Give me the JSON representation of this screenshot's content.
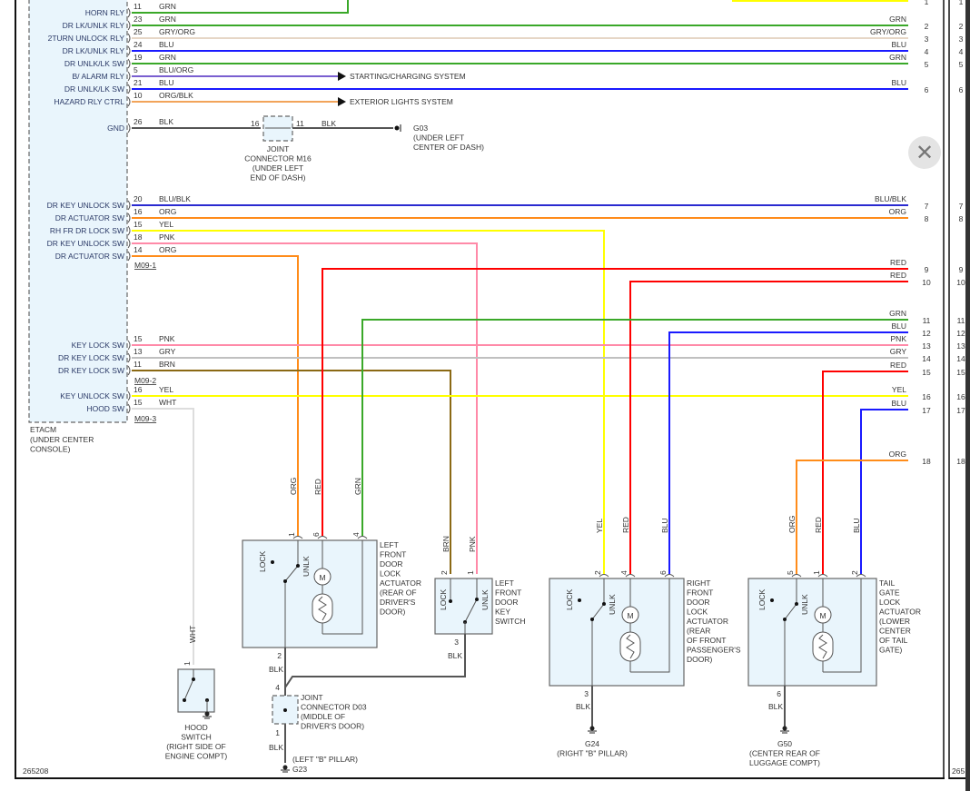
{
  "diagram_id": "265208",
  "diagram_id_partial": "265",
  "close_button": {
    "icon": "close-icon",
    "glyph": "✕"
  },
  "etacm": {
    "name": "ETACM",
    "location": [
      "(UNDER CENTER",
      "CONSOLE)"
    ],
    "connectors": [
      "M09-1",
      "M09-2",
      "M09-3"
    ],
    "pins": [
      {
        "label": "HORN RLY",
        "pin": "11",
        "code": "GRN",
        "color": "#3aa829"
      },
      {
        "label": "DR LK/UNLK RLY",
        "pin": "23",
        "code": "GRN",
        "color": "#3aa829"
      },
      {
        "label": "2TURN UNLOCK RLY",
        "pin": "25",
        "code": "GRY/ORG",
        "color": "#e6d6c6"
      },
      {
        "label": "DR LK/UNLK RLY",
        "pin": "24",
        "code": "BLU",
        "color": "#1a1aff"
      },
      {
        "label": "DR UNLK/LK SW",
        "pin": "19",
        "code": "GRN",
        "color": "#3aa829"
      },
      {
        "label": "B/ ALARM RLY",
        "pin": "5",
        "code": "BLU/ORG",
        "color": "#7a5fd0"
      },
      {
        "label": "DR UNLK/LK SW",
        "pin": "21",
        "code": "BLU",
        "color": "#1a1aff"
      },
      {
        "label": "HAZARD RLY CTRL",
        "pin": "10",
        "code": "ORG/BLK",
        "color": "#f2a45a"
      },
      {
        "label": "GND",
        "pin": "26",
        "code": "BLK",
        "color": "#555555"
      },
      {
        "label": "DR KEY UNLOCK SW",
        "pin": "20",
        "code": "BLU/BLK",
        "color": "#2a2ad0"
      },
      {
        "label": "DR ACTUATOR SW",
        "pin": "16",
        "code": "ORG",
        "color": "#ff8c1a"
      },
      {
        "label": "RH FR DR LOCK SW",
        "pin": "15",
        "code": "YEL",
        "color": "#ffff00"
      },
      {
        "label": "DR KEY UNLOCK SW",
        "pin": "18",
        "code": "PNK",
        "color": "#ff8aa8"
      },
      {
        "label": "DR ACTUATOR SW",
        "pin": "14",
        "code": "ORG",
        "color": "#ff8c1a"
      },
      {
        "label": "KEY LOCK SW",
        "pin": "15",
        "code": "PNK",
        "color": "#ff8aa8"
      },
      {
        "label": "DR KEY LOCK SW",
        "pin": "13",
        "code": "GRY",
        "color": "#c0c0c0"
      },
      {
        "label": "DR KEY LOCK SW",
        "pin": "11",
        "code": "BRN",
        "color": "#8b6914"
      },
      {
        "label": "KEY UNLOCK SW",
        "pin": "16",
        "code": "YEL",
        "color": "#ffff00"
      },
      {
        "label": "HOOD SW",
        "pin": "15",
        "code": "WHT",
        "color": "#dddddd"
      }
    ]
  },
  "arrows": [
    "STARTING/CHARGING SYSTEM",
    "EXTERIOR LIGHTS SYSTEM"
  ],
  "joint_m16": {
    "name": [
      "JOINT",
      "CONNECTOR M16",
      "(UNDER LEFT",
      "END OF DASH)"
    ],
    "pin_in": "16",
    "pin_out": "11",
    "code": "BLK"
  },
  "ground_g03": [
    "G03",
    "(UNDER LEFT",
    "CENTER OF DASH)"
  ],
  "right_terminals": [
    {
      "num": "1",
      "code": "",
      "color": "#ffff00"
    },
    {
      "num": "2",
      "code": "GRN",
      "color": "#3aa829"
    },
    {
      "num": "3",
      "code": "GRY/ORG",
      "color": "#e6d6c6"
    },
    {
      "num": "4",
      "code": "BLU",
      "color": "#1a1aff"
    },
    {
      "num": "5",
      "code": "GRN",
      "color": "#3aa829"
    },
    {
      "num": "6",
      "code": "BLU",
      "color": "#1a1aff"
    },
    {
      "num": "7",
      "code": "BLU/BLK",
      "color": "#2a2ad0"
    },
    {
      "num": "8",
      "code": "ORG",
      "color": "#ff8c1a"
    },
    {
      "num": "9",
      "code": "RED",
      "color": "#ff0000"
    },
    {
      "num": "10",
      "code": "RED",
      "color": "#ff0000"
    },
    {
      "num": "11",
      "code": "GRN",
      "color": "#3aa829"
    },
    {
      "num": "12",
      "code": "BLU",
      "color": "#1a1aff"
    },
    {
      "num": "13",
      "code": "PNK",
      "color": "#ff8aa8"
    },
    {
      "num": "14",
      "code": "GRY",
      "color": "#c0c0c0"
    },
    {
      "num": "15",
      "code": "RED",
      "color": "#ff0000"
    },
    {
      "num": "16",
      "code": "YEL",
      "color": "#ffff00"
    },
    {
      "num": "17",
      "code": "BLU",
      "color": "#1a1aff"
    },
    {
      "num": "18",
      "code": "ORG",
      "color": "#ff8c1a"
    }
  ],
  "components": {
    "lf_actuator": {
      "name": [
        "LEFT",
        "FRONT",
        "DOOR",
        "LOCK",
        "ACTUATOR",
        "(REAR OF",
        "DRIVER'S",
        "DOOR)"
      ],
      "pins": [
        "1",
        "6",
        "4",
        "2"
      ],
      "wires": [
        "ORG",
        "RED",
        "GRN"
      ],
      "ground_code": "BLK"
    },
    "lf_key_switch": {
      "name": [
        "LEFT",
        "FRONT",
        "DOOR",
        "KEY",
        "SWITCH"
      ],
      "pins": [
        "2",
        "1",
        "3"
      ],
      "wires": [
        "BRN",
        "PNK"
      ],
      "ground_code": "BLK"
    },
    "rf_actuator": {
      "name": [
        "RIGHT",
        "FRONT",
        "DOOR",
        "LOCK",
        "ACTUATOR",
        "(REAR",
        "OF FRONT",
        "PASSENGER'S",
        "DOOR)"
      ],
      "pins": [
        "2",
        "4",
        "6",
        "3"
      ],
      "wires": [
        "YEL",
        "RED",
        "BLU"
      ],
      "ground_code": "BLK"
    },
    "tailgate_actuator": {
      "name": [
        "TAIL",
        "GATE",
        "LOCK",
        "ACTUATOR",
        "(LOWER",
        "CENTER",
        "OF TAIL",
        "GATE)"
      ],
      "pins": [
        "5",
        "1",
        "2",
        "6"
      ],
      "wires": [
        "ORG",
        "RED",
        "BLU"
      ],
      "ground_code": "BLK"
    },
    "hood_switch": {
      "name": [
        "HOOD",
        "SWITCH",
        "(RIGHT SIDE OF",
        "ENGINE COMPT)"
      ],
      "pin": "1",
      "wire": "WHT"
    },
    "joint_d03": {
      "name": [
        "JOINT",
        "CONNECTOR D03",
        "(MIDDLE OF",
        "DRIVER'S DOOR)"
      ],
      "pin_in": "4",
      "pin_out": "1",
      "code": "BLK"
    },
    "ground_g23": [
      "(LEFT \"B\" PILLAR)",
      "G23"
    ],
    "ground_g24": [
      "G24",
      "(RIGHT \"B\" PILLAR)"
    ],
    "ground_g50": [
      "G50",
      "(CENTER REAR OF",
      "LUGGAGE COMPT)"
    ]
  },
  "switch_labels": {
    "lock": "LOCK",
    "unlock": "UNLK",
    "motor": "M"
  }
}
